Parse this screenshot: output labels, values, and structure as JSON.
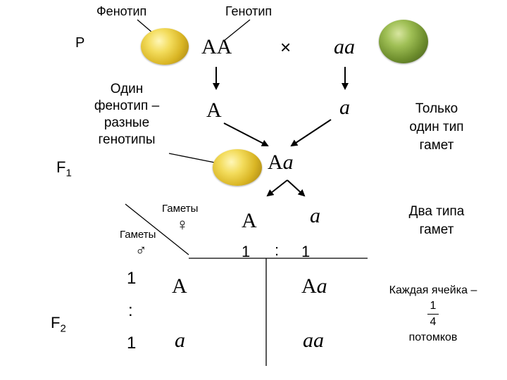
{
  "header": {
    "phenotype": "Фенотип",
    "genotype": "Генотип"
  },
  "parents": {
    "label": "P",
    "left_genotype": "AA",
    "cross": "×",
    "right_genotype": "aa"
  },
  "gametes_row": {
    "left": "A",
    "right": "a"
  },
  "f1": {
    "label": "F",
    "subscript": "1",
    "note_lines": [
      "Один",
      "фенотип –",
      "разные",
      "генотипы"
    ],
    "genotype_A": "A",
    "genotype_a": "a"
  },
  "right_notes": {
    "one_type": [
      "Только",
      "один тип",
      "гамет"
    ],
    "two_types": [
      "Два типа",
      "гамет"
    ],
    "each_cell": {
      "line1": "Каждая ячейка –",
      "num": "1",
      "den": "4",
      "line3": "потомков"
    }
  },
  "punnett": {
    "gametes_female_label": "Гаметы",
    "female_symbol": "♀",
    "gametes_male_label": "Гаметы",
    "male_symbol": "♂",
    "col_A": "A",
    "col_a": "a",
    "col_ratio": {
      "left": "1",
      "sep": ":",
      "right": "1"
    },
    "row_ratio": {
      "top": "1",
      "sep": ":",
      "bottom": "1"
    },
    "row_A": "A",
    "row_a": "a",
    "cell_tr": {
      "g1": "A",
      "g2": "a"
    },
    "cell_br": {
      "g1": "a",
      "g2": "a"
    }
  },
  "f2": {
    "label": "F",
    "subscript": "2"
  },
  "colors": {
    "yellow_pea": "#e8c63a",
    "green_pea": "#7a9a35",
    "text": "#000000"
  }
}
